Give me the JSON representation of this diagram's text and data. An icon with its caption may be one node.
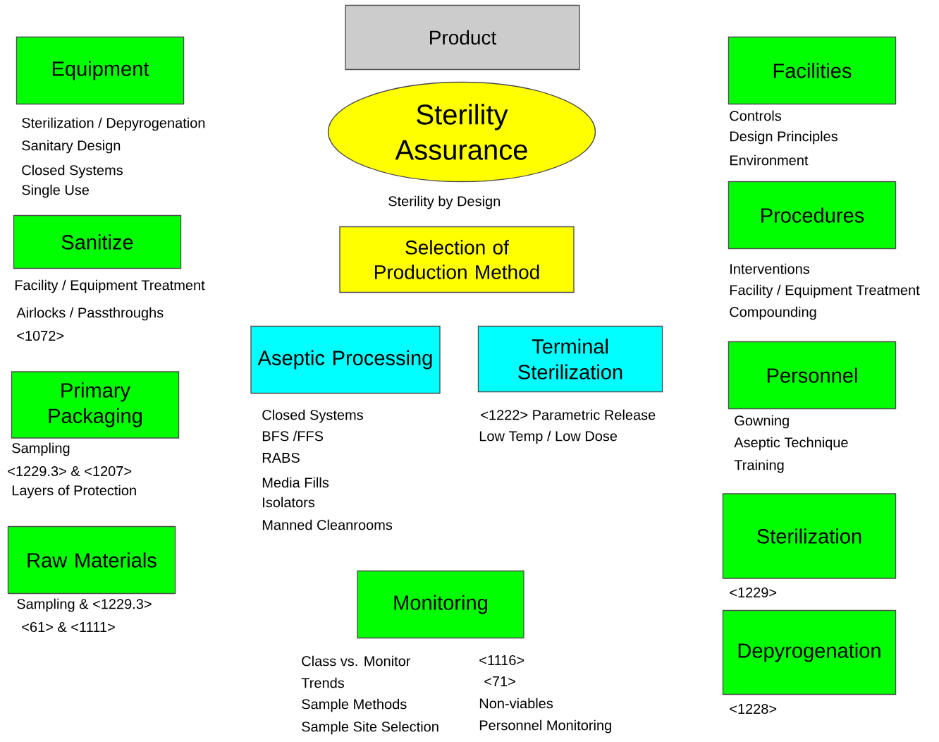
{
  "diagram": {
    "nodes": [
      {
        "text": [
          "Product"
        ]
      },
      {
        "text": [
          "Sterility Assurance"
        ],
        "beside": [
          "Sterility by Design"
        ]
      },
      {
        "text": [
          "Selection of Production Method"
        ]
      },
      {
        "text": [
          "Equipment"
        ],
        "beside": [
          "Sterilization / Depyrogenation",
          "Sanitary Design",
          "Closed Systems",
          "Single Use"
        ]
      },
      {
        "text": [
          "Sanitize"
        ],
        "beside": [
          "Facility / Equipment Treatment",
          "Airlocks / Passthroughs",
          "<1072>"
        ]
      },
      {
        "text": [
          "Primary Packaging"
        ],
        "beside": [
          "Sampling",
          "<1229.3> & <1207>",
          "Layers of Protection"
        ]
      },
      {
        "text": [
          "Raw Materials"
        ],
        "beside": [
          "Sampling & <1229.3>",
          "<61> & <1111>"
        ]
      },
      {
        "text": [
          "Aseptic Processing"
        ],
        "beside": [
          "Closed Systems",
          "BFS /FFS",
          "RABS",
          "Media Fills",
          "Isolators",
          "Manned Cleanrooms"
        ]
      },
      {
        "text": [
          "Terminal Sterilization"
        ],
        "beside": [
          "<1222> Parametric Release",
          "Low Temp / Low Dose"
        ]
      },
      {
        "text": [
          "Monitoring"
        ],
        "beside": [
          "Class vs. Monitor",
          "Trends",
          "Sample Methods",
          "Sample Site Selection",
          "<1116>",
          "<71>",
          "Non-viables",
          "Personnel  Monitoring"
        ]
      },
      {
        "text": [
          "Facilities"
        ],
        "beside": [
          "Controls",
          "Design Principles",
          "Environment"
        ]
      },
      {
        "text": [
          "Procedures"
        ],
        "beside": [
          "Interventions",
          "Facility / Equipment Treatment",
          "Compounding"
        ]
      },
      {
        "text": [
          "Personnel"
        ],
        "beside": [
          "Gowning",
          "Aseptic Technique",
          "Training"
        ]
      },
      {
        "text": [
          "Sterilization"
        ],
        "beside": [
          "<1229>"
        ]
      },
      {
        "text": [
          "Depyrogenation"
        ],
        "beside": [
          "<1228>"
        ]
      }
    ]
  }
}
